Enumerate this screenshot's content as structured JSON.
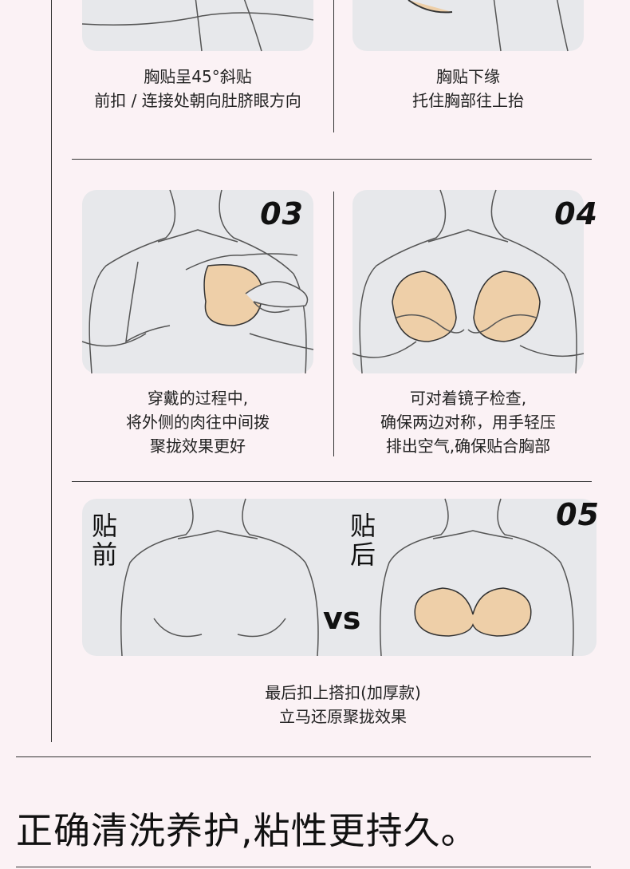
{
  "steps": {
    "s01": {
      "caption": [
        "胸贴呈45°斜贴",
        "前扣 / 连接处朝向肚脐眼方向"
      ]
    },
    "s02": {
      "caption": [
        "胸贴下缘",
        "托住胸部往上抬"
      ]
    },
    "s03": {
      "number": "03",
      "caption": [
        "穿戴的过程中,",
        "将外侧的肉往中间拨",
        "聚拢效果更好"
      ]
    },
    "s04": {
      "number": "04",
      "caption": [
        "可对着镜子检查,",
        "确保两边对称，用手轻压",
        "排出空气,确保贴合胸部"
      ]
    },
    "s05": {
      "number": "05",
      "before_label": [
        "贴",
        "前"
      ],
      "after_label": [
        "贴",
        "后"
      ],
      "vs": "vs",
      "caption": [
        "最后扣上搭扣(加厚款)",
        "立马还原聚拢效果"
      ]
    }
  },
  "heading": "正确清洗养护,粘性更持久。",
  "colors": {
    "background": "#fbf2f5",
    "panel": "#e7e8eb",
    "pad": "#eecfa8",
    "line": "#333333"
  }
}
